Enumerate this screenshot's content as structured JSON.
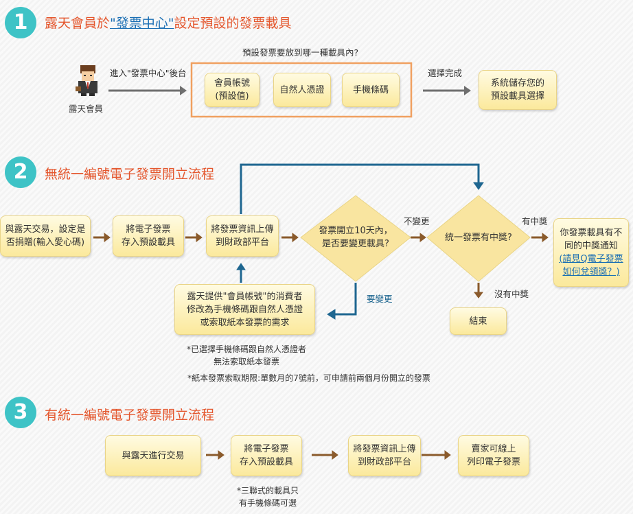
{
  "section1": {
    "number": "1",
    "title_pre": "露天會員於",
    "title_highlight": "\"發票中心\"",
    "title_post": "設定預設的發票載具",
    "person_label": "露天會員",
    "arrow1_label": "進入\"發票中心\"後台",
    "question": "預設發票要放到哪一種載具內?",
    "options": [
      "會員帳號\n(預設值)",
      "自然人憑證",
      "手機條碼"
    ],
    "arrow2_label": "選擇完成",
    "result": "系統儲存您的\n預設載具選擇"
  },
  "section2": {
    "number": "2",
    "title": "無統一編號電子發票開立流程",
    "step1": "與露天交易，設定是\n否捐贈(輸入愛心碼)",
    "step2": "將電子發票\n存入預設載具",
    "step3": "將發票資訊上傳\n到財政部平台",
    "decision1": "發票開立10天內，\n是否要變更載具?",
    "no_change_label": "不變更",
    "decision2": "統一發票有中獎?",
    "win_label": "有中獎",
    "win_notice": "你發票載具有不\n同的中獎通知",
    "win_link": "(請見Q電子發票\n如何兌領獎？)",
    "no_win_label": "沒有中獎",
    "end": "結束",
    "change_label": "要變更",
    "change_box": "露天提供\"會員帳號\"的消費者\n修改為手機條碼跟自然人憑證\n或索取紙本發票的需求",
    "note1": "*已選擇手機條碼跟自然人憑證者\n無法索取紙本發票",
    "note2": "*紙本發票索取期限:單數月的7號前，可申請前兩個月份開立的發票"
  },
  "section3": {
    "number": "3",
    "title": "有統一編號電子發票開立流程",
    "step1": "與露天進行交易",
    "step2": "將電子發票\n存入預設載具",
    "step3": "將發票資訊上傳\n到財政部平台",
    "step4": "賣家可線上\n列印電子發票",
    "note": "*三聯式的載具只\n有手機條碼可選"
  },
  "colors": {
    "teal": "#3ec3c6",
    "title_orange": "#e4572e",
    "brown_arrow": "#8a5a2b",
    "blue_arrow": "#1e6690",
    "gray_arrow": "#6f6f6f",
    "frame_orange": "#f0a060"
  }
}
